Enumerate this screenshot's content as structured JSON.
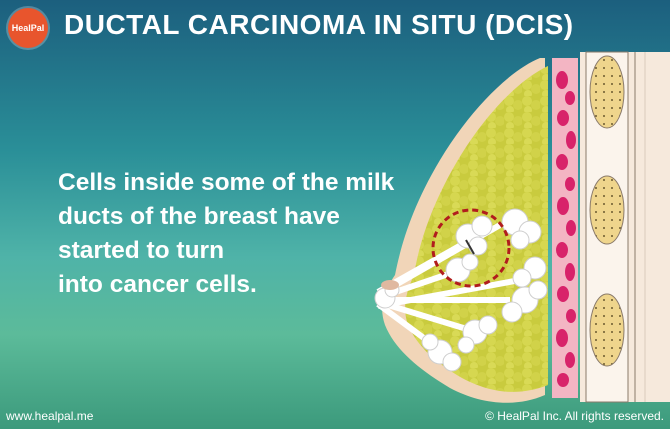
{
  "brand": {
    "logo_text": "HealPal",
    "color": "#e8552d"
  },
  "header": {
    "title": "DUCTAL CARCINOMA IN SITU (DCIS)"
  },
  "caption": {
    "lines": [
      "Cells inside some of the milk",
      "ducts of the breast have",
      "started to turn",
      "into cancer cells."
    ]
  },
  "footer": {
    "website": "www.healpal.me",
    "copyright": "© HealPal Inc. All rights reserved."
  },
  "colors": {
    "background_top": "#1c5f7e",
    "background_bottom": "#5cbb9a",
    "fat_tissue": "#cfd04a",
    "muscle": "#d8236a",
    "skin": "#f1d5b8",
    "duct": "#ffffff",
    "highlight_ring": "#b11d1d"
  }
}
